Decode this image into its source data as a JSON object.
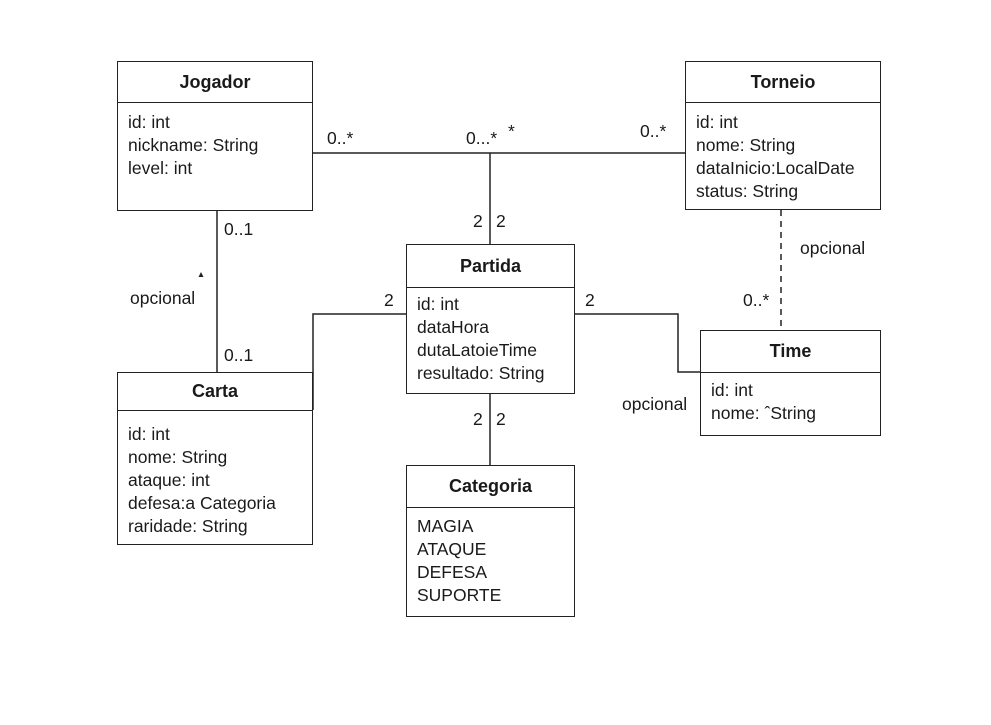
{
  "classes": {
    "jogador": {
      "name": "Jogador",
      "attrs": [
        "id: int",
        "nickname: String",
        "level: int"
      ]
    },
    "torneio": {
      "name": "Torneio",
      "attrs": [
        "id: int",
        "nome:  String",
        "dataInicio:LocalDate",
        "status: String"
      ]
    },
    "partida": {
      "name": "Partida",
      "attrs": [
        "id: int",
        "dataHora",
        "dutaLatoieTime",
        "resultado: String"
      ]
    },
    "carta": {
      "name": "Carta",
      "attrs": [
        "id: int",
        "nome:  String",
        "ataque: int",
        "defesa:a Categoria",
        "raridade: String"
      ]
    },
    "time": {
      "name": "Time",
      "attrs": [
        "id: int",
        "nome:  ˆString"
      ]
    },
    "categoria": {
      "name": "Categoria",
      "attrs": [
        "MAGIA",
        "ATAQUE",
        "DEFESA",
        "SUPORTE"
      ]
    }
  },
  "labels": {
    "jog_torn_left": "0..*",
    "jog_torn_mid": "0...*",
    "jog_torn_star": "*",
    "jog_torn_right": "0..*",
    "partida_top_a": "2",
    "partida_top_b": "2",
    "jog_carta_top": "0..1",
    "jog_carta_bottom": "0..1",
    "jog_carta_opcional": "opcional",
    "carta_partida": "2",
    "partida_time": "2",
    "time_opcional": "opcional",
    "torn_time_opcional": "opcional",
    "torn_time_mult": "0..*",
    "partida_cat_a": "2",
    "partida_cat_b": "2"
  }
}
